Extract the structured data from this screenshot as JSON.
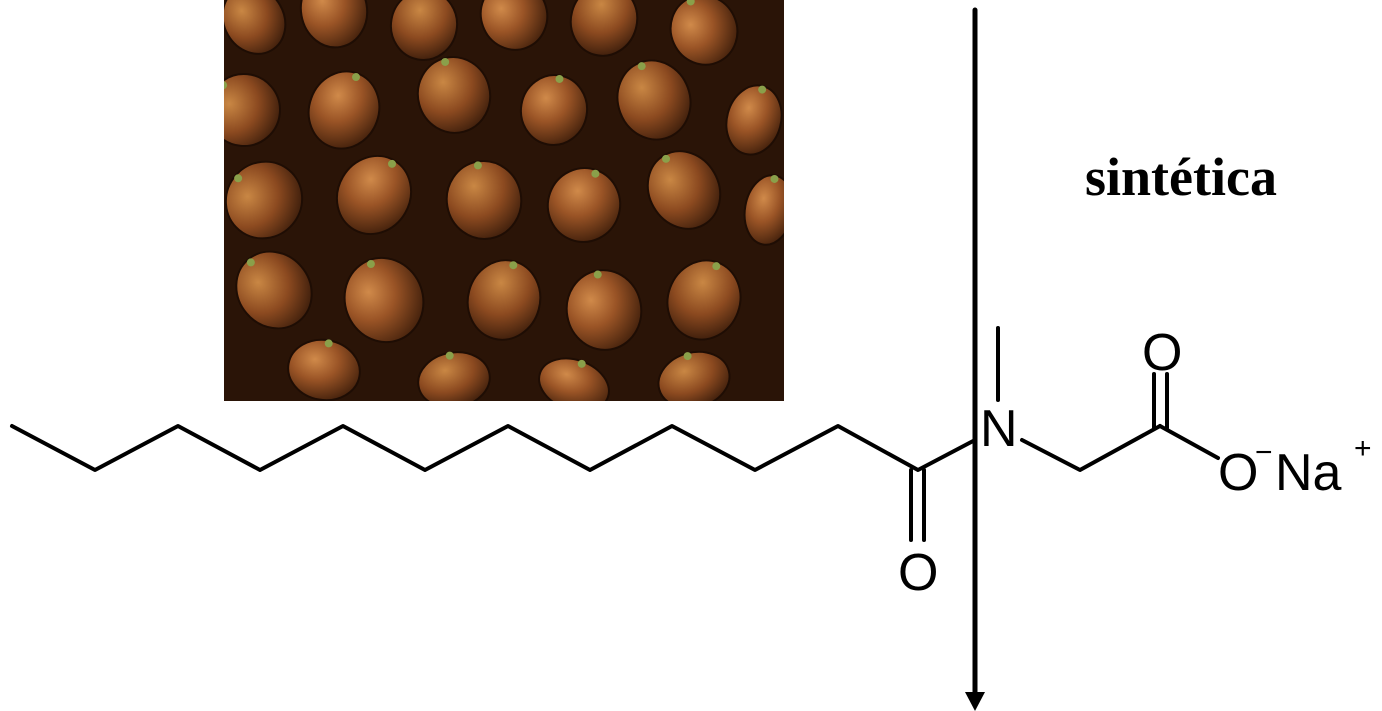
{
  "photo": {
    "subject": "palm-fruits-photo"
  },
  "origin_label": "sintética",
  "molecule": {
    "atoms": {
      "carbonyl_oxygen": "O",
      "nitrogen": "N",
      "acid_oxygen": "O",
      "anion_oxygen": "O",
      "anion_charge": "−",
      "counter_ion": "Na",
      "counter_ion_charge": "+"
    }
  },
  "colors": {
    "ink": "#000000",
    "background": "#ffffff",
    "fruit_dark": "#3a1e0c",
    "fruit_mid": "#8a4a1f",
    "fruit_light": "#c27a3e"
  }
}
